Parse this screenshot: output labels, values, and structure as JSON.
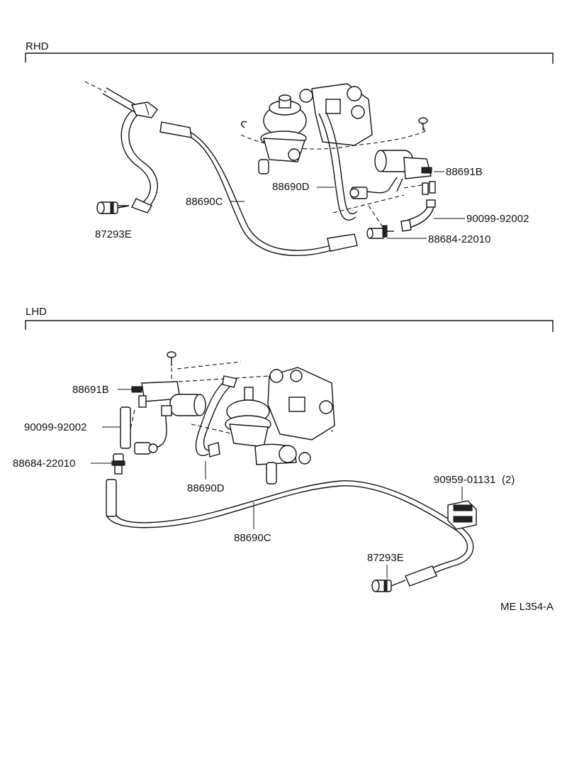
{
  "sections": {
    "rhd": {
      "title": "RHD",
      "labels": {
        "hose_c": "88690C",
        "hose_d": "88690D",
        "vsv": "88691B",
        "hose_92002": "90099-92002",
        "vacuum_valve": "88684-22010",
        "filter": "87293E"
      }
    },
    "lhd": {
      "title": "LHD",
      "labels": {
        "vsv": "88691B",
        "hose_92002": "90099-92002",
        "vacuum_valve": "88684-22010",
        "hose_d": "88690D",
        "hose_c": "88690C",
        "clip": "90959-01131",
        "clip_qty": "(2)",
        "filter": "87293E"
      }
    }
  },
  "footer": {
    "ref": "ME L354-A"
  }
}
